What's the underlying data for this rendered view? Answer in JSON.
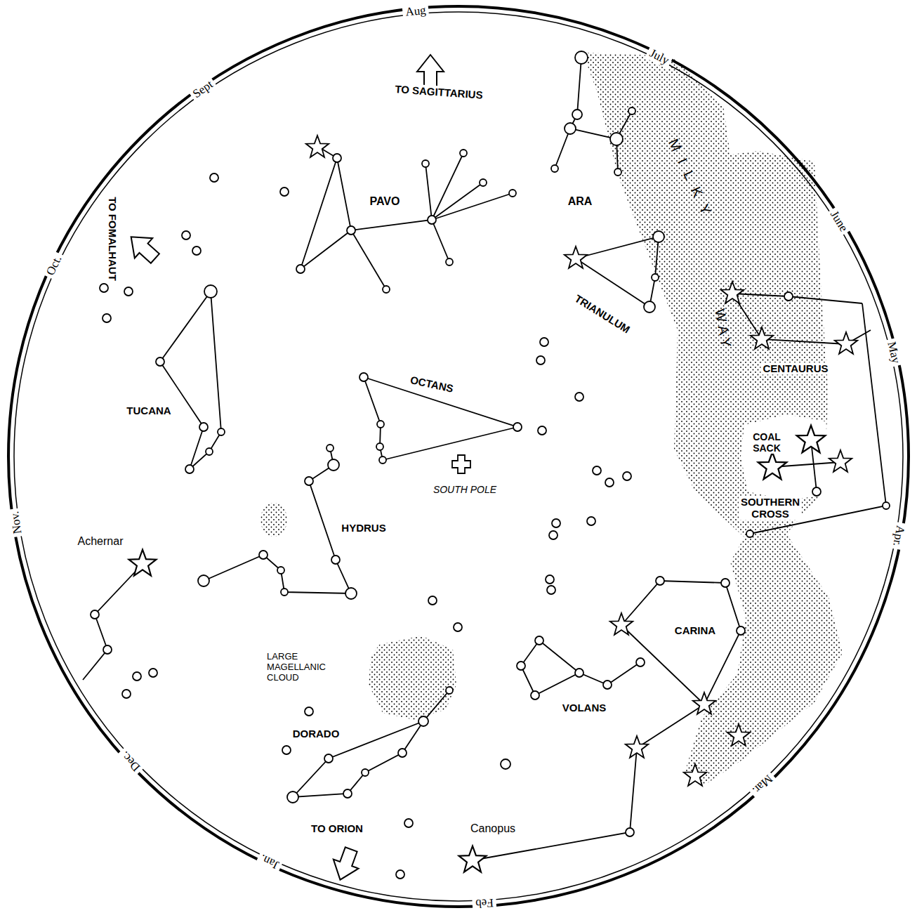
{
  "diagram": {
    "labels": [
      "Aug",
      "July",
      "June",
      "May",
      "Apr.",
      "Mar.",
      "Feb",
      "Jan.",
      "Dec.",
      "Nov.",
      "Oct.",
      "Sept",
      "TO SAGITTARIUS",
      "PAVO",
      "ARA",
      "MILKY",
      "TRIANULUM",
      "WAY",
      "CENTAURUS",
      "COAL SACK",
      "SOUTHERN CROSS",
      "OCTANS",
      "SOUTH POLE",
      "TO FOMALHAUT",
      "TUCANA",
      "HYDRUS",
      "Achernar",
      "LARGE MAGELLANIC CLOUD",
      "DORADO",
      "VOLANS",
      "CARINA",
      "TO ORION",
      "Canopus"
    ]
  }
}
